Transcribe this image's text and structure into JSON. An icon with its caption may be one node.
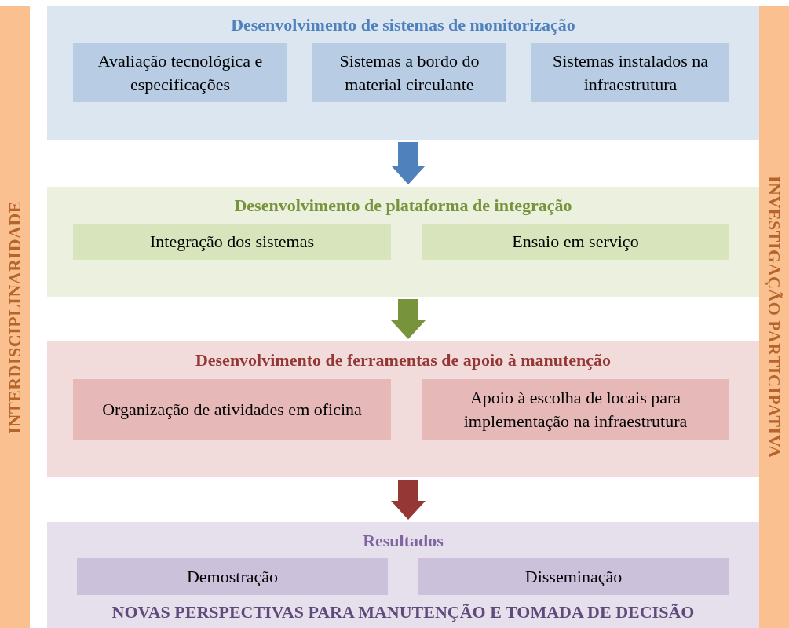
{
  "diagram": {
    "nodes": [
      {
        "text": [
          "Desenvolvimento de sistemas de monitorização"
        ]
      },
      {
        "text": [
          "Avaliação tecnológica e especificações"
        ],
        "in": 0
      },
      {
        "text": [
          "Sistemas a bordo do material circulante"
        ],
        "in": 0
      },
      {
        "text": [
          "Sistemas instalados na infraestrutura"
        ],
        "in": 0
      },
      {
        "text": [
          "Desenvolvimento de plataforma de integração"
        ]
      },
      {
        "text": [
          "Integração dos sistemas"
        ],
        "in": 4
      },
      {
        "text": [
          "Ensaio em serviço"
        ],
        "in": 4
      },
      {
        "text": [
          "Desenvolvimento de ferramentas de apoio à manutenção"
        ]
      },
      {
        "text": [
          "Organização de atividades em oficina"
        ],
        "in": 7
      },
      {
        "text": [
          "Apoio à escolha de locais para implementação na infraestrutura"
        ],
        "in": 7
      },
      {
        "text": [
          "Resultados",
          "NOVAS PERSPECTIVAS PARA MANUTENÇÃO E TOMADA DE DECISÃO"
        ]
      },
      {
        "text": [
          "Demostração"
        ],
        "in": 10
      },
      {
        "text": [
          "Disseminação"
        ],
        "in": 10
      },
      {
        "text": [
          "INTERDISCIPLINARIDADE"
        ]
      },
      {
        "text": [
          "INVESTIGAÇÃO PARTICIPATIVA"
        ]
      }
    ],
    "edges": [
      {
        "from": 0,
        "to": 4,
        "arrow": "to",
        "style": "thick",
        "color": "#4f81bd"
      },
      {
        "from": 4,
        "to": 7,
        "arrow": "to",
        "style": "thick",
        "color": "#77933c"
      },
      {
        "from": 7,
        "to": 10,
        "arrow": "to",
        "style": "thick",
        "color": "#953735"
      }
    ]
  }
}
